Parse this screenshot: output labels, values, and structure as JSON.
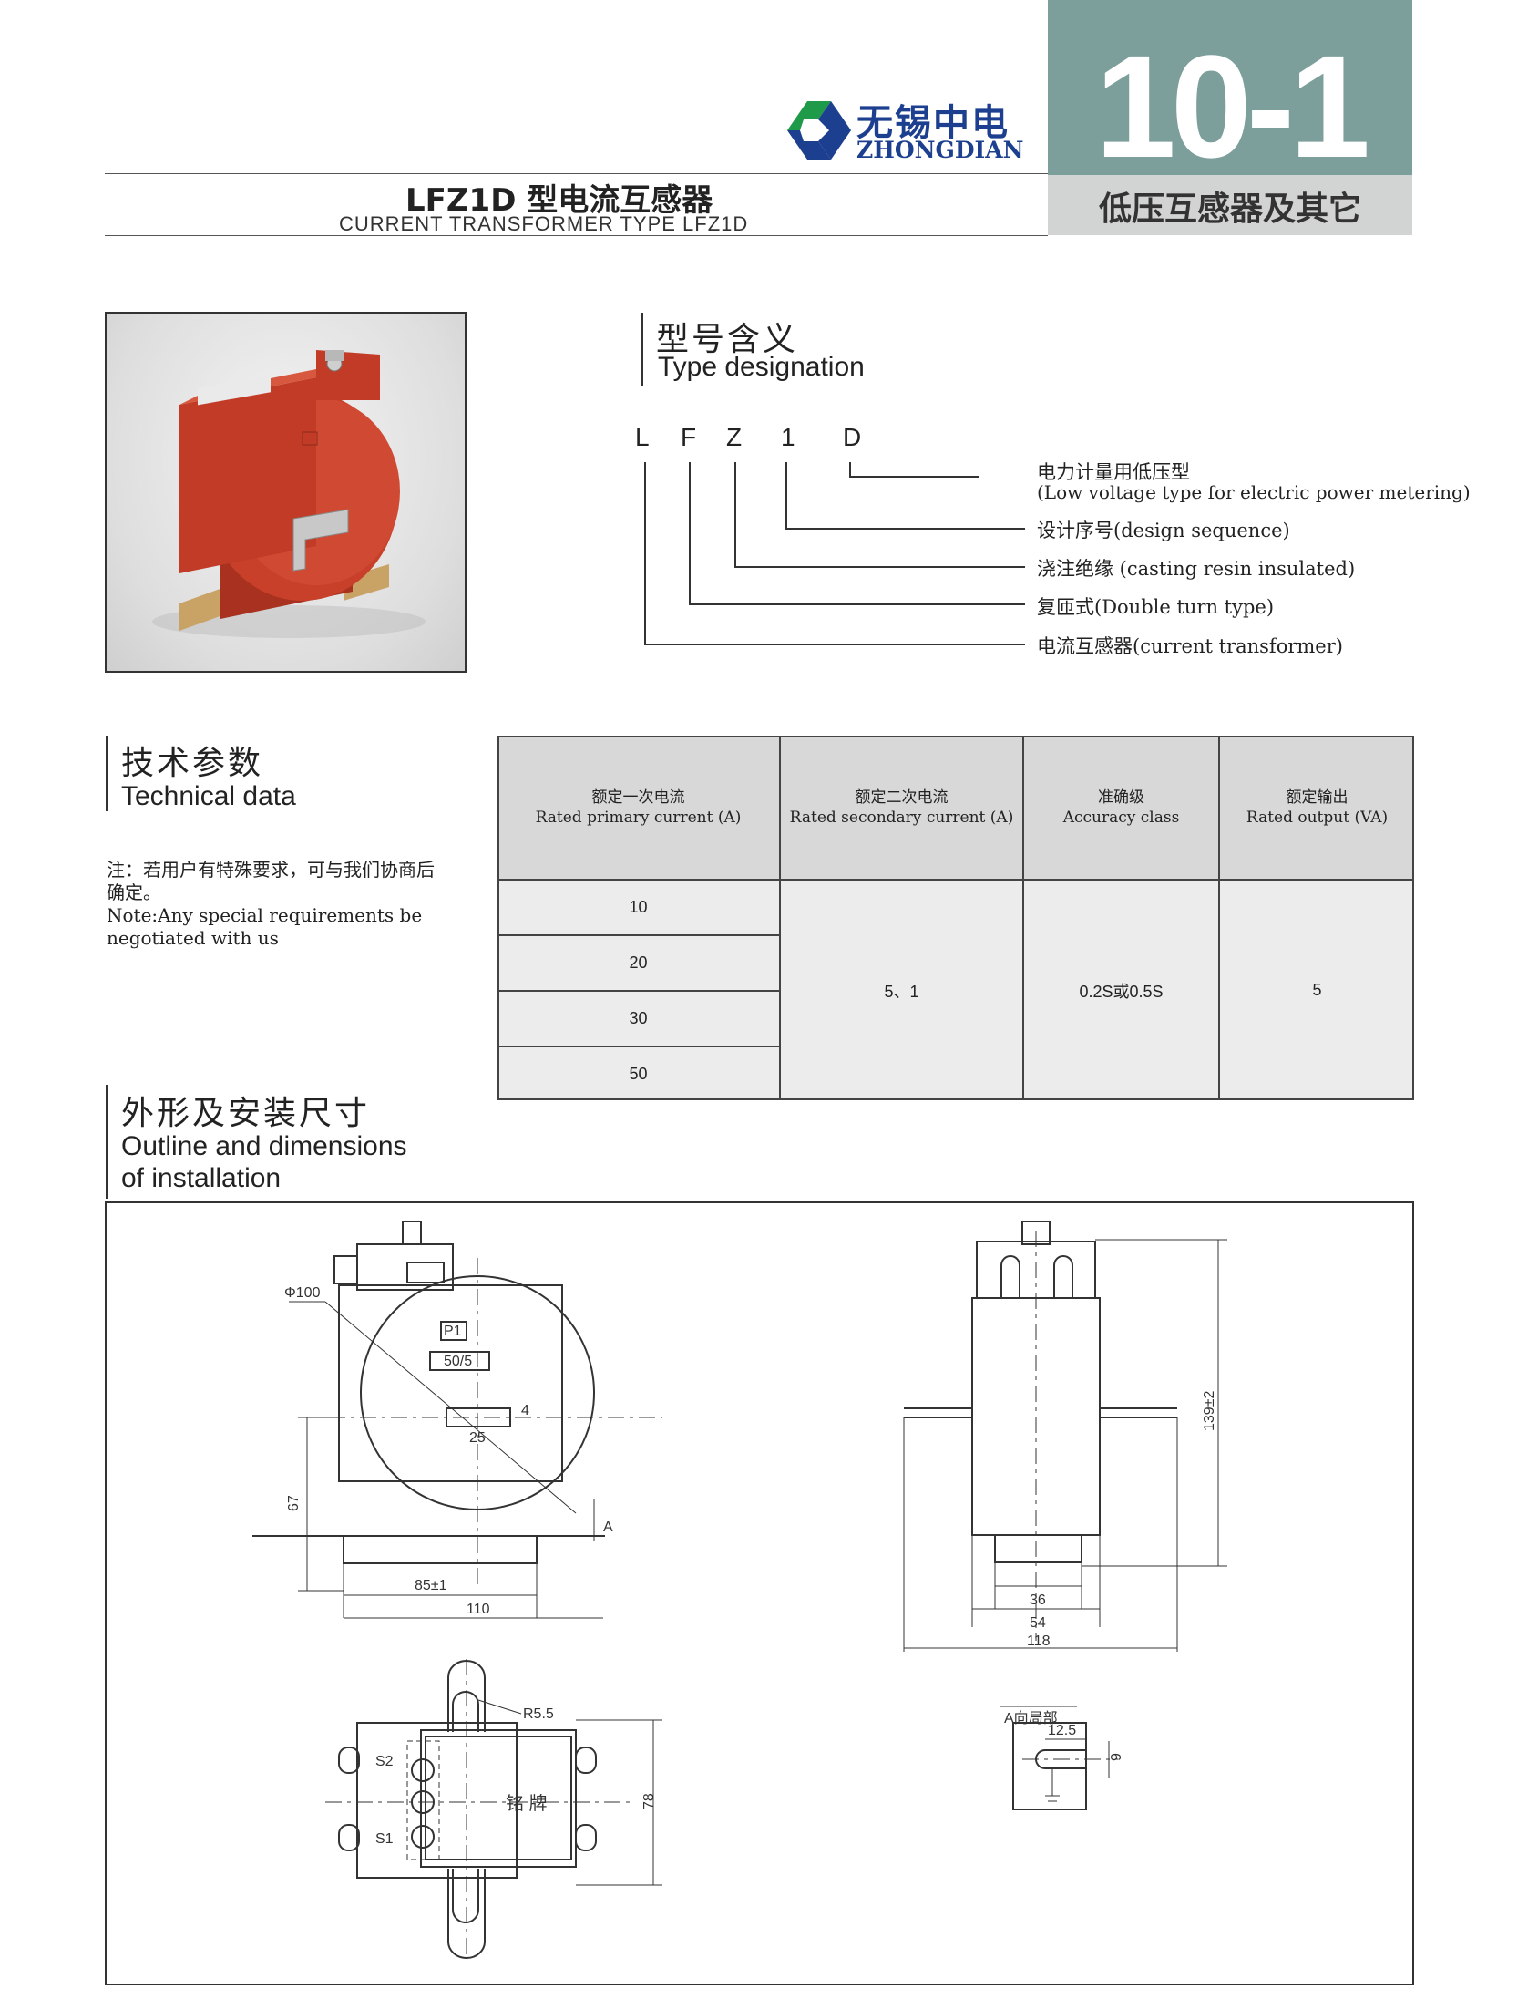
{
  "header": {
    "logo_cn": "无锡中电",
    "logo_en": "ZHONGDIAN",
    "title_cn": "LFZ1D 型电流互感器",
    "title_en": "CURRENT TRANSFORMER TYPE LFZ1D",
    "section_code": "10-1",
    "section_name": "低压互感器及其它"
  },
  "designation": {
    "heading_cn": "型号含义",
    "heading_en": "Type designation",
    "letters": [
      "L",
      "F",
      "Z",
      "1",
      "D"
    ],
    "items": [
      {
        "cn": "电力计量用低压型",
        "en": "(Low voltage type for electric power metering)"
      },
      {
        "text": "设计序号(design sequence)"
      },
      {
        "text": "浇注绝缘 (casting resin insulated)"
      },
      {
        "text": "复匝式(Double turn type)"
      },
      {
        "text": "电流互感器(current transformer)"
      }
    ]
  },
  "technical": {
    "heading_cn": "技术参数",
    "heading_en": "Technical data",
    "note_cn": "注：若用户有特殊要求，可与我们协商后确定。",
    "note_en": "Note:Any special requirements be negotiated with us",
    "columns": [
      {
        "cn": "额定一次电流",
        "en": "Rated primary current (A)"
      },
      {
        "cn": "额定二次电流",
        "en": "Rated secondary current (A)"
      },
      {
        "cn": "准确级",
        "en": "Accuracy class"
      },
      {
        "cn": "额定输出",
        "en": "Rated output (VA)"
      }
    ],
    "primary_currents": [
      "10",
      "20",
      "30",
      "50"
    ],
    "secondary_current": "5、1",
    "accuracy_class": "0.2S或0.5S",
    "rated_output": "5"
  },
  "outline": {
    "heading_cn": "外形及安装尺寸",
    "heading_en_1": "Outline and dimensions",
    "heading_en_2": "of installation",
    "labels": {
      "phi": "Φ100",
      "p1": "P1",
      "ratio": "50/5",
      "d4": "4",
      "d25": "25",
      "d67": "67",
      "a": "A",
      "d85": "85±1",
      "d110": "110",
      "d139": "139±2",
      "d36": "36",
      "d54": "54",
      "d118": "118",
      "r55": "R5.5",
      "s2": "S2",
      "s1": "S1",
      "nameplate": "铭 牌",
      "d78": "78",
      "a_view": "A向局部",
      "d125": "12.5",
      "d9": "9"
    }
  },
  "colors": {
    "code_bg": "#7d9f9b",
    "sub_bg": "#d2d3d3",
    "logo_blue": "#1d3f8f",
    "logo_green": "#1e9a48",
    "product_red": "#c8402a"
  }
}
